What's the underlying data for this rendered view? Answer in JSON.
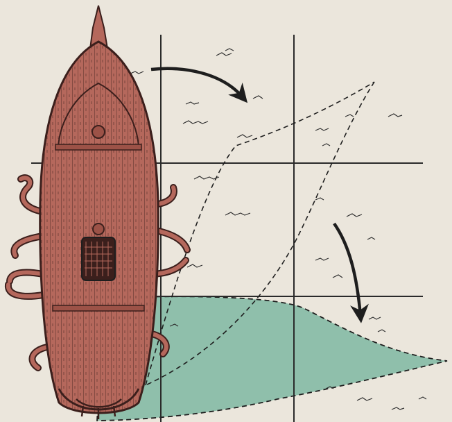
{
  "scene": {
    "kind": "tabletop-map",
    "background_color": "#ebe6dc",
    "grid_line_color": "#2a2a2a",
    "ship": {
      "icon": "sailing-ship-top-down",
      "hull_color": "#b5685c",
      "outline_color": "#3b1f1c",
      "tentacles_color": "#b5685c"
    },
    "area_of_effect": {
      "shape": "cone",
      "fill_color": "#8fbfab",
      "border_style": "dashed"
    },
    "arrows": [
      {
        "name": "top-arrow",
        "icon": "curved-arrow"
      },
      {
        "name": "right-arrow",
        "icon": "curved-arrow"
      }
    ]
  }
}
